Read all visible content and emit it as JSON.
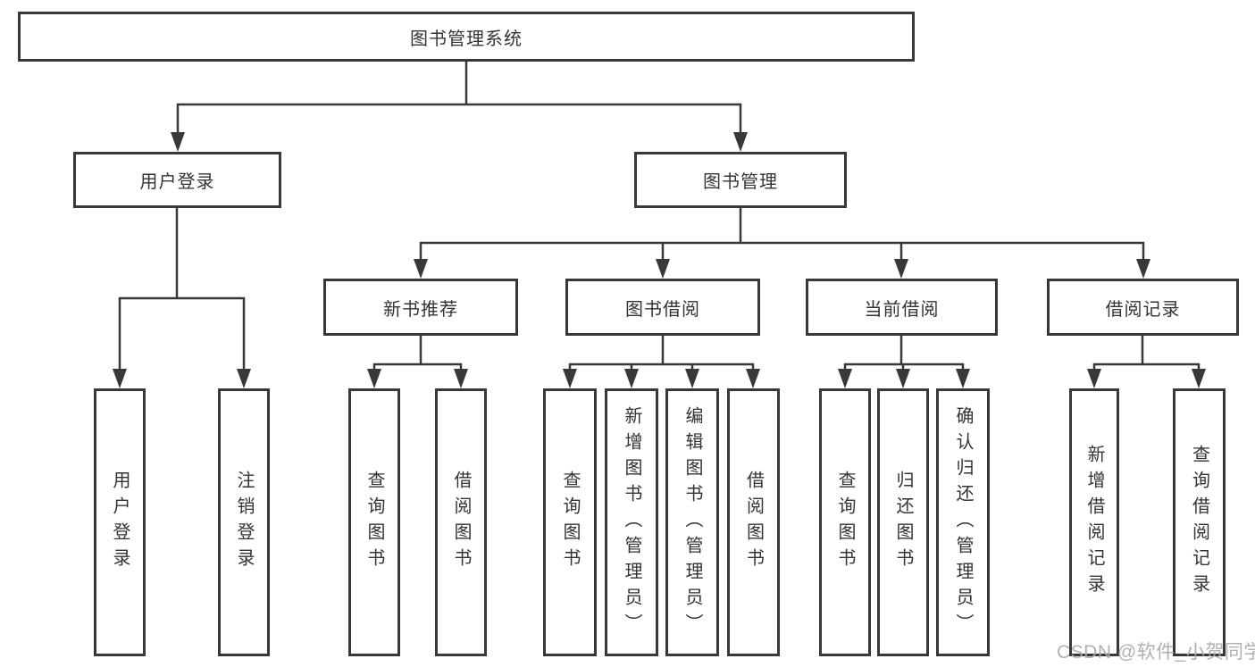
{
  "diagram_title": "图书管理系统",
  "tree": {
    "label": "图书管理系统",
    "children": [
      {
        "label": "用户登录",
        "children": [
          {
            "label": "用户登录"
          },
          {
            "label": "注销登录"
          }
        ]
      },
      {
        "label": "图书管理",
        "children": [
          {
            "label": "新书推荐",
            "children": [
              {
                "label": "查询图书"
              },
              {
                "label": "借阅图书"
              }
            ]
          },
          {
            "label": "图书借阅",
            "children": [
              {
                "label": "查询图书"
              },
              {
                "label": "新增图书（管理员）"
              },
              {
                "label": "编辑图书（管理员）"
              },
              {
                "label": "借阅图书"
              }
            ]
          },
          {
            "label": "当前借阅",
            "children": [
              {
                "label": "查询图书"
              },
              {
                "label": "归还图书"
              },
              {
                "label": "确认归还（管理员）"
              }
            ]
          },
          {
            "label": "借阅记录",
            "children": [
              {
                "label": "新增借阅记录"
              },
              {
                "label": "查询借阅记录"
              }
            ]
          }
        ]
      }
    ]
  },
  "watermark": "CSDN @软件_小贺同学",
  "colors": {
    "line": "#383838",
    "box_border": "#383838",
    "text": "#333333",
    "watermark": "#a6aab0",
    "background": "#ffffff"
  }
}
